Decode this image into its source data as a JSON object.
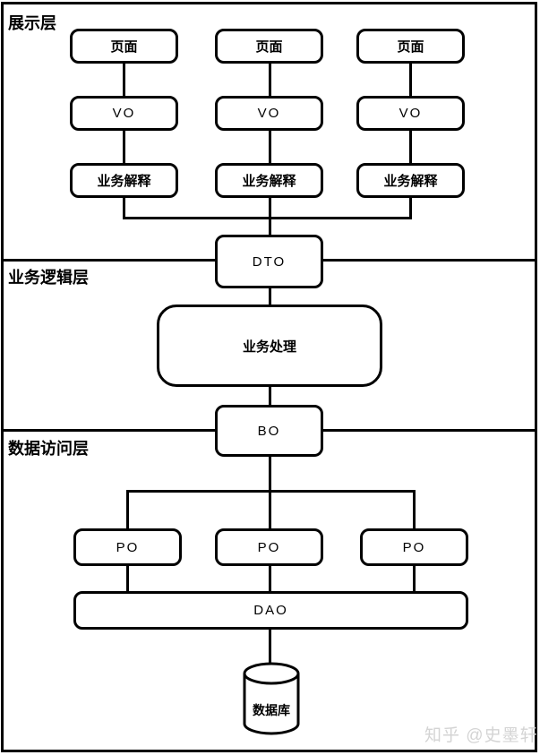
{
  "diagram": {
    "layers": [
      {
        "label": "展示层"
      },
      {
        "label": "业务逻辑层"
      },
      {
        "label": "数据访问层"
      }
    ],
    "presentation_columns": [
      {
        "page": "页面",
        "vo": "VO",
        "interpret": "业务解释"
      },
      {
        "page": "页面",
        "vo": "VO",
        "interpret": "业务解释"
      },
      {
        "page": "页面",
        "vo": "VO",
        "interpret": "业务解释"
      }
    ],
    "dto_label": "DTO",
    "business_label": "业务处理",
    "bo_label": "BO",
    "po_labels": [
      "PO",
      "PO",
      "PO"
    ],
    "dao_label": "DAO",
    "database_label": "数据库",
    "watermark": "知乎 @史墨轩"
  },
  "colors": {
    "line": "#000000",
    "background": "#ffffff",
    "watermark_text": "#d4d4d4"
  }
}
